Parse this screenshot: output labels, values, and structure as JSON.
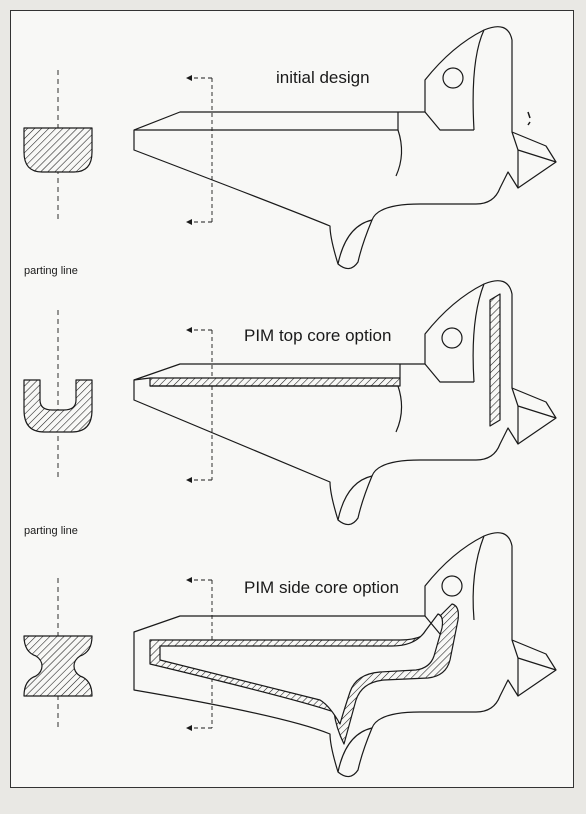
{
  "labels": {
    "panel1_title": "initial design",
    "panel2_title": "PIM top core option",
    "panel3_title": "PIM side core option",
    "parting_line_1": "parting line",
    "parting_line_2": "parting line"
  },
  "colors": {
    "ink": "#1a1a1a",
    "paper": "#f8f8f6",
    "background": "#e9e8e4"
  }
}
